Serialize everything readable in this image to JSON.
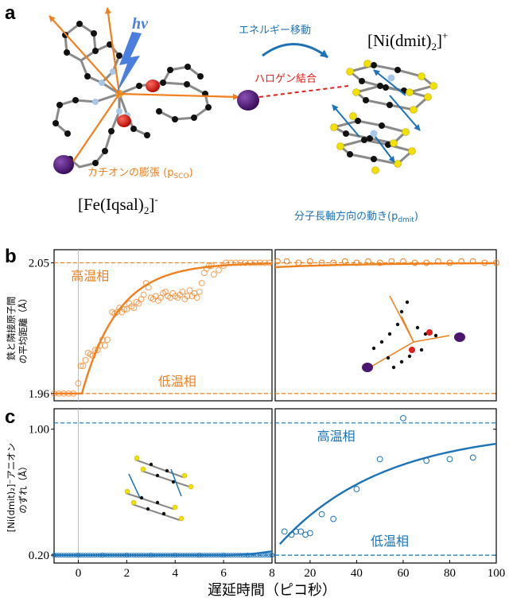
{
  "panel_a": {
    "label": "a",
    "hv": "hν",
    "energy_transfer": "エネルギー移動",
    "halogen_bond": "ハロゲン結合",
    "cation_expansion": "カチオンの膨張 (p",
    "cation_expansion_sub": "SCO",
    "cation_expansion_end": ")",
    "fe_formula": "[Fe(Iqsal)",
    "fe_sub": "2",
    "fe_end": "]",
    "fe_sup": "-",
    "ni_formula": "[Ni(dmit)",
    "ni_sub": "2",
    "ni_end": "]",
    "ni_sup": "+",
    "long_axis": "分子長軸方向の動き(p",
    "long_axis_sub": "dmit",
    "long_axis_end": ")"
  },
  "panel_b": {
    "label": "b"
  },
  "panel_c": {
    "label": "c"
  },
  "xlabel": "遅延時間（ピコ秒）",
  "colors": {
    "orange": "#f07f1d",
    "blue": "#1d73b8",
    "red": "#e0201a",
    "purple": "#4b1670",
    "yellow": "#f2e100"
  },
  "chart_data": [
    {
      "type": "scatter",
      "panel": "b-left",
      "ylabel_lines": [
        "鉄と隣接原子間",
        "の平均距離（Å）"
      ],
      "xlim": [
        -1,
        8
      ],
      "ylim": [
        1.955,
        2.059
      ],
      "xticks": [],
      "yticks": [
        1.96,
        2.05
      ],
      "ref_lines": [
        {
          "y": 2.05,
          "label": "高温相"
        },
        {
          "y": 1.96,
          "label": "低温相"
        }
      ],
      "series": [
        {
          "values": [
            [
              -1,
              1.96
            ],
            [
              -0.8,
              1.96
            ],
            [
              -0.6,
              1.96
            ],
            [
              -0.4,
              1.96
            ],
            [
              -0.2,
              1.96
            ],
            [
              0,
              1.967
            ],
            [
              0.1,
              1.979
            ],
            [
              0.2,
              1.979
            ],
            [
              0.3,
              1.983
            ],
            [
              0.4,
              1.988
            ],
            [
              0.5,
              1.987
            ],
            [
              0.6,
              1.986
            ],
            [
              0.7,
              1.99
            ],
            [
              0.8,
              1.99
            ],
            [
              0.9,
              1.993
            ],
            [
              1.0,
              1.997
            ],
            [
              1.1,
              1.993
            ],
            [
              1.2,
              1.997
            ],
            [
              1.4,
              2.016
            ],
            [
              1.5,
              2.015
            ],
            [
              1.6,
              2.016
            ],
            [
              1.7,
              2.019
            ],
            [
              1.8,
              2.016
            ],
            [
              1.9,
              2.018
            ],
            [
              2.0,
              2.018
            ],
            [
              2.1,
              2.022
            ],
            [
              2.2,
              2.02
            ],
            [
              2.3,
              2.019
            ],
            [
              2.4,
              2.023
            ],
            [
              2.5,
              2.022
            ],
            [
              2.6,
              2.025
            ],
            [
              2.7,
              2.028
            ],
            [
              2.8,
              2.036
            ],
            [
              2.9,
              2.033
            ],
            [
              3.0,
              2.026
            ],
            [
              3.1,
              2.025
            ],
            [
              3.2,
              2.027
            ],
            [
              3.3,
              2.024
            ],
            [
              3.4,
              2.026
            ],
            [
              3.5,
              2.029
            ],
            [
              3.6,
              2.03
            ],
            [
              3.7,
              2.027
            ],
            [
              3.8,
              2.026
            ],
            [
              3.9,
              2.029
            ],
            [
              4.0,
              2.027
            ],
            [
              4.1,
              2.026
            ],
            [
              4.2,
              2.028
            ],
            [
              4.3,
              2.03
            ],
            [
              4.4,
              2.025
            ],
            [
              4.5,
              2.027
            ],
            [
              4.6,
              2.031
            ],
            [
              4.7,
              2.027
            ],
            [
              4.8,
              2.029
            ],
            [
              4.9,
              2.026
            ],
            [
              5.0,
              2.03
            ],
            [
              5.1,
              2.036
            ],
            [
              5.2,
              2.043
            ],
            [
              5.3,
              2.046
            ],
            [
              5.4,
              2.048
            ],
            [
              5.5,
              2.048
            ],
            [
              5.6,
              2.042
            ],
            [
              5.8,
              2.045
            ],
            [
              6.0,
              2.048
            ],
            [
              6.1,
              2.05
            ],
            [
              6.3,
              2.05
            ],
            [
              6.5,
              2.05
            ],
            [
              6.7,
              2.05
            ],
            [
              6.9,
              2.05
            ],
            [
              7.1,
              2.05
            ],
            [
              7.3,
              2.05
            ],
            [
              7.5,
              2.05
            ],
            [
              7.7,
              2.05
            ],
            [
              7.9,
              2.05
            ]
          ]
        }
      ],
      "fit": {
        "t0": 0.15,
        "tau": 1.5,
        "y0": 1.96,
        "y1": 2.05
      }
    },
    {
      "type": "scatter",
      "panel": "b-right",
      "xlim": [
        5,
        100
      ],
      "ylim": [
        1.955,
        2.059
      ],
      "series": [
        {
          "values": [
            [
              6,
              2.051
            ],
            [
              10,
              2.051
            ],
            [
              15,
              2.05
            ],
            [
              20,
              2.051
            ],
            [
              25,
              2.05
            ],
            [
              30,
              2.05
            ],
            [
              35,
              2.051
            ],
            [
              40,
              2.05
            ],
            [
              45,
              2.051
            ],
            [
              50,
              2.05
            ],
            [
              55,
              2.051
            ],
            [
              60,
              2.051
            ],
            [
              65,
              2.05
            ],
            [
              70,
              2.05
            ],
            [
              75,
              2.051
            ],
            [
              80,
              2.05
            ],
            [
              85,
              2.051
            ],
            [
              90,
              2.051
            ],
            [
              95,
              2.05
            ],
            [
              100,
              2.05
            ]
          ]
        }
      ],
      "fit": {
        "start": 2.047,
        "end": 2.05
      }
    },
    {
      "type": "scatter",
      "panel": "c-left",
      "ylabel_lines": [
        "[Ni(dmit)₂]⁻アニオン",
        "のずれ（Å）"
      ],
      "xlim": [
        -1,
        8
      ],
      "ylim": [
        0.15,
        1.13
      ],
      "xticks": [
        0,
        2,
        4,
        6,
        8
      ],
      "yticks": [
        0.2,
        1.0
      ],
      "ytick_labels": [
        "0.20",
        "1.00"
      ],
      "ref_lines": [
        {
          "y": 1.04
        },
        {
          "y": 0.2
        }
      ],
      "series": [
        {
          "values": [
            [
              -1,
              0.2
            ],
            [
              0,
              0.2
            ],
            [
              1,
              0.2
            ],
            [
              2,
              0.2
            ],
            [
              3,
              0.2
            ],
            [
              4,
              0.2
            ],
            [
              5,
              0.2
            ],
            [
              6,
              0.2
            ],
            [
              7,
              0.2
            ],
            [
              8,
              0.2
            ]
          ]
        }
      ],
      "fit": {
        "start": 0.2,
        "end": 0.225
      }
    },
    {
      "type": "scatter",
      "panel": "c-right",
      "xlim": [
        5,
        100
      ],
      "ylim": [
        0.15,
        1.13
      ],
      "xticks": [
        20,
        40,
        60,
        80,
        100
      ],
      "ref_lines": [
        {
          "y": 1.04,
          "label": "高温相"
        },
        {
          "y": 0.2,
          "label": "低温相"
        }
      ],
      "series": [
        {
          "values": [
            [
              9,
              0.35
            ],
            [
              12,
              0.33
            ],
            [
              14,
              0.35
            ],
            [
              16,
              0.35
            ],
            [
              18,
              0.33
            ],
            [
              20,
              0.34
            ],
            [
              25,
              0.46
            ],
            [
              30,
              0.43
            ],
            [
              40,
              0.62
            ],
            [
              50,
              0.81
            ],
            [
              60,
              1.07
            ],
            [
              70,
              0.8
            ],
            [
              80,
              0.81
            ],
            [
              90,
              0.82
            ]
          ]
        }
      ],
      "fit": {
        "x_start": 7,
        "y_start": 0.27,
        "y_end": 0.92
      }
    }
  ]
}
